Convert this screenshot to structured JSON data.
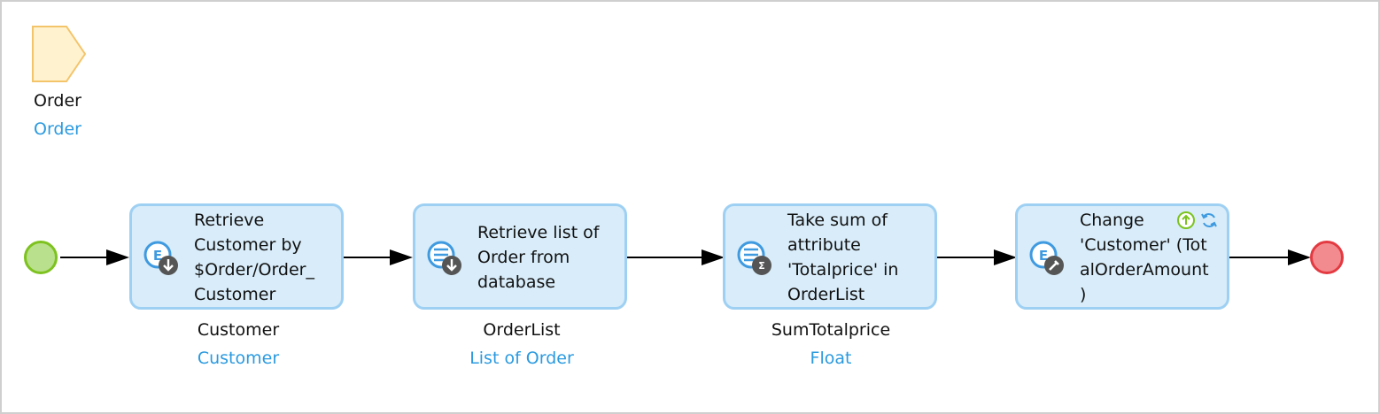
{
  "parameter": {
    "name": "Order",
    "type": "Order"
  },
  "activities": [
    {
      "id": "retrieve-customer",
      "caption_lines": [
        "Retrieve",
        "Customer by",
        "$Order/Order_",
        "Customer"
      ],
      "output_name": "Customer",
      "output_type": "Customer",
      "icon": "object-retrieve-icon"
    },
    {
      "id": "retrieve-order-list",
      "caption_lines": [
        "Retrieve list of",
        "Order from",
        "database"
      ],
      "output_name": "OrderList",
      "output_type": "List of Order",
      "icon": "list-retrieve-icon"
    },
    {
      "id": "aggregate-sum",
      "caption_lines": [
        "Take sum of",
        "attribute",
        "'Totalprice' in",
        "OrderList"
      ],
      "output_name": "SumTotalprice",
      "output_type": "Float",
      "icon": "list-aggregate-icon"
    },
    {
      "id": "change-customer",
      "caption_lines": [
        "Change",
        "'Customer' (Tot",
        "alOrderAmount",
        ")"
      ],
      "icon": "object-change-icon",
      "badges": [
        "commit-icon",
        "refresh-icon"
      ]
    }
  ],
  "colors": {
    "start_fill": "#b9e08c",
    "start_stroke": "#7dc21e",
    "end_fill": "#f28b8f",
    "end_stroke": "#e33a41",
    "activity_fill": "#d8ecf9",
    "activity_stroke": "#9ed0f3",
    "type_text": "#2a9ae0"
  }
}
